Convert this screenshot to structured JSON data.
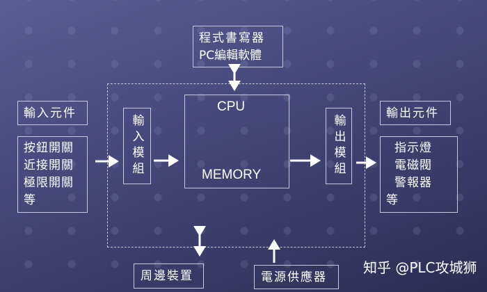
{
  "programmer": {
    "line1": "程式書寫器",
    "line2": "PC編輯軟體"
  },
  "cpu": {
    "top": "CPU",
    "bottom": "MEMORY"
  },
  "input_module": "輸入模組",
  "output_module": "輸出模組",
  "input_elements": {
    "title": "輸入元件",
    "items": [
      "按鈕開關",
      "近接開關",
      "極限開關",
      "等"
    ]
  },
  "output_elements": {
    "title": "輸出元件",
    "items": [
      "指示燈",
      "電磁閥",
      "警報器",
      "等"
    ]
  },
  "peripheral": "周邊裝置",
  "power_supply": "電源供應器",
  "watermark": "知乎 @PLC攻城狮",
  "colors": {
    "line": "#c8c9dc",
    "arrow": "#ffffff"
  }
}
